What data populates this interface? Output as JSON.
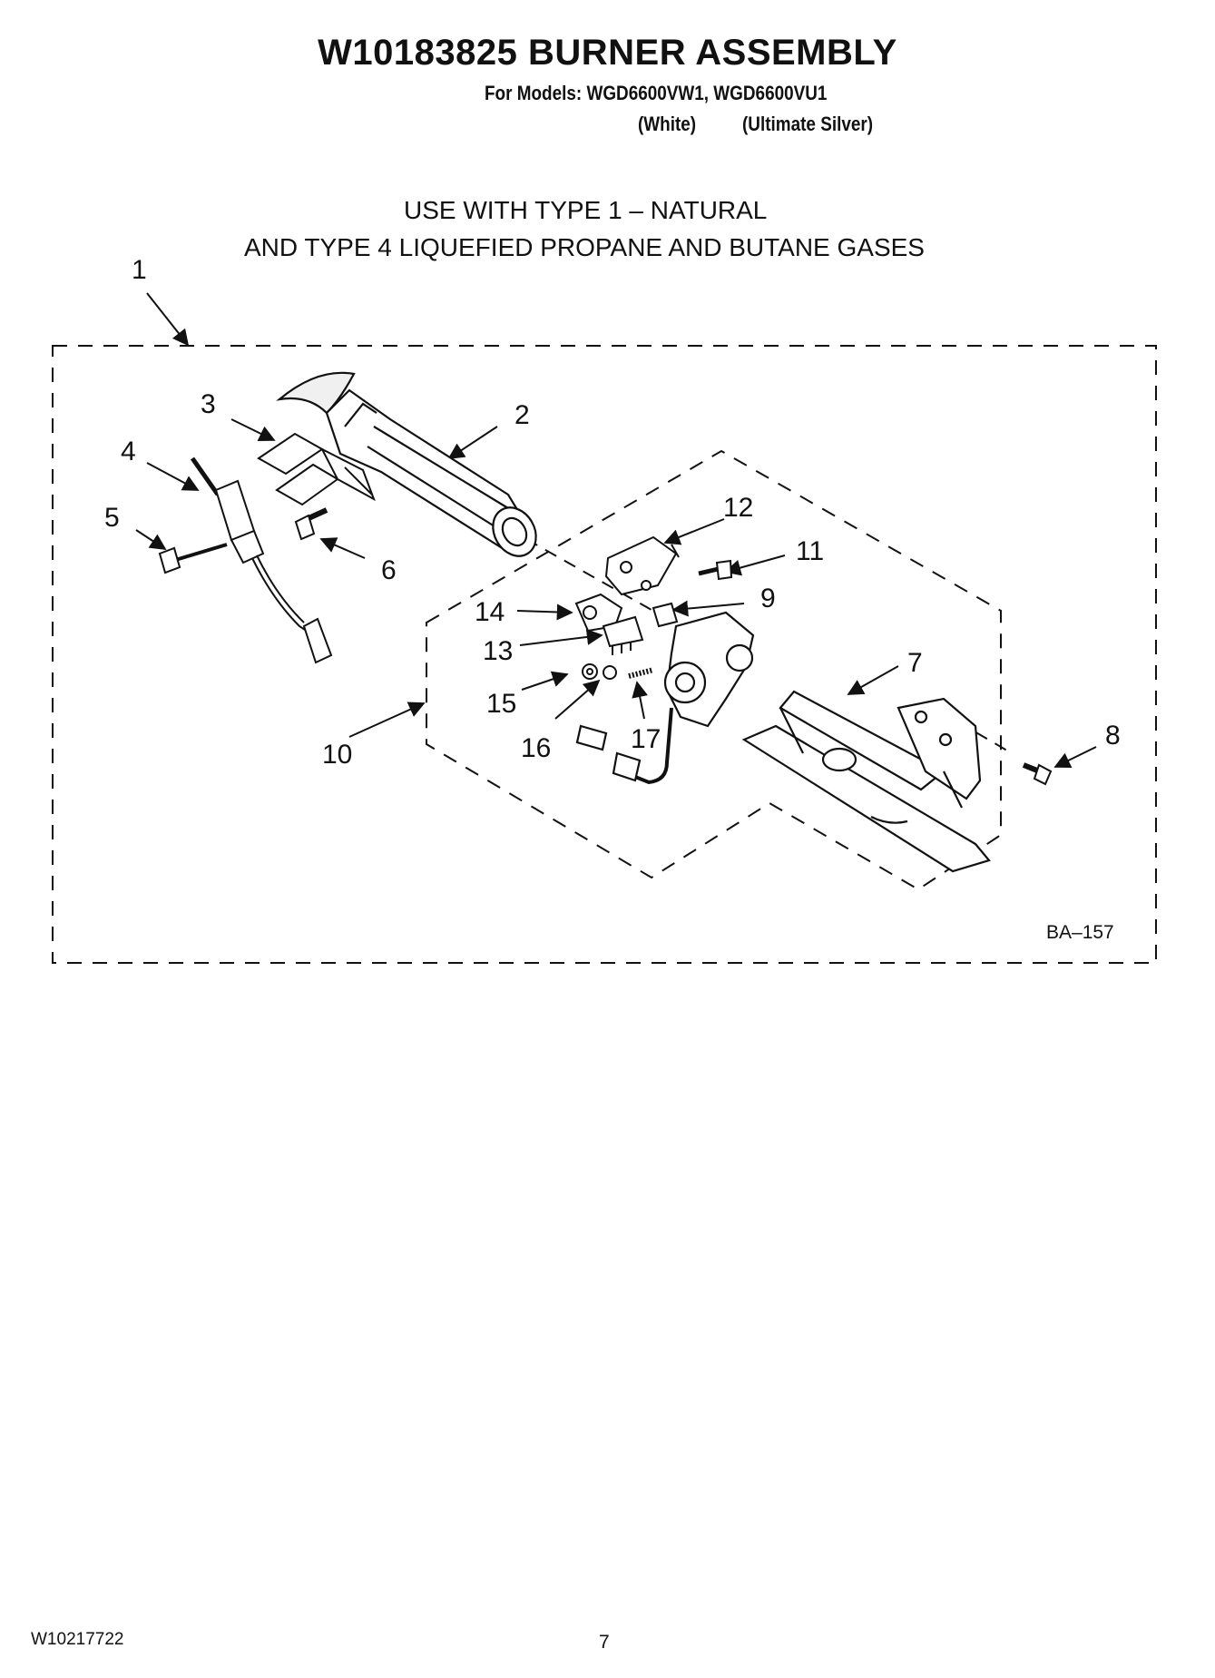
{
  "header": {
    "title": "W10183825 BURNER ASSEMBLY",
    "models_line": "For Models: WGD6600VW1, WGD6600VU1",
    "color_white": "(White)",
    "color_silver": "(Ultimate Silver)"
  },
  "usage": {
    "line1": "USE WITH TYPE 1 –  NATURAL",
    "line2": "AND TYPE 4    LIQUEFIED PROPANE AND BUTANE GASES"
  },
  "callouts": {
    "c1": "1",
    "c2": "2",
    "c3": "3",
    "c4": "4",
    "c5": "5",
    "c6": "6",
    "c7": "7",
    "c8": "8",
    "c9": "9",
    "c10": "10",
    "c11": "11",
    "c12": "12",
    "c13": "13",
    "c14": "14",
    "c15": "15",
    "c16": "16",
    "c17": "17"
  },
  "diagram_id": "BA–157",
  "footer": {
    "doc_number": "W10217722",
    "page_number": "7"
  }
}
